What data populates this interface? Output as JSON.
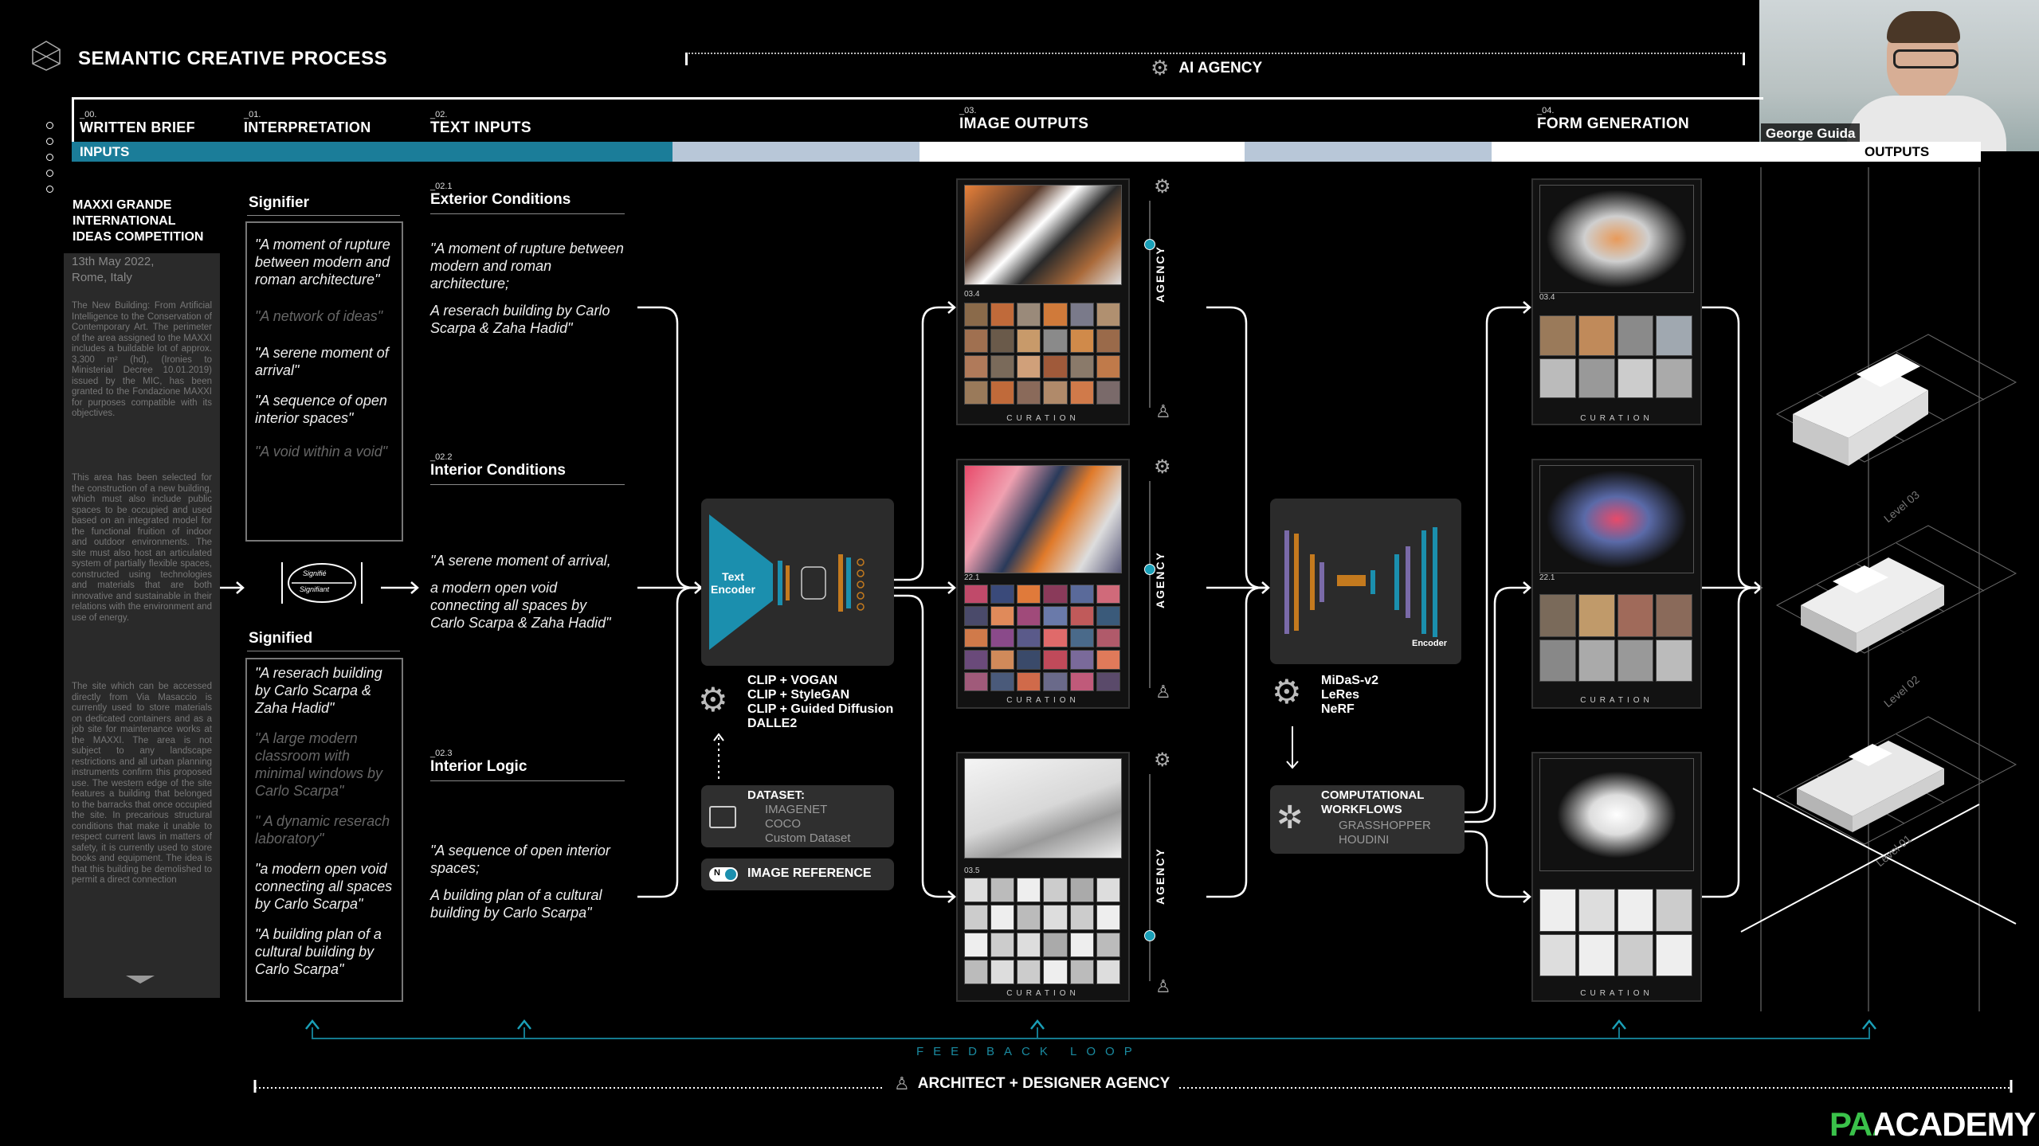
{
  "header": {
    "title": "SEMANTIC CREATIVE PROCESS",
    "ai_agency": "AI AGENCY",
    "architect_agency": "ARCHITECT + DESIGNER AGENCY",
    "feedback": "FEEDBACK LOOP"
  },
  "phases": [
    {
      "num": "_00.",
      "name": "WRITTEN BRIEF"
    },
    {
      "num": "_01.",
      "name": "INTERPRETATION"
    },
    {
      "num": "_02.",
      "name": "TEXT INPUTS"
    },
    {
      "num": "_03.",
      "name": "IMAGE OUTPUTS"
    },
    {
      "num": "_04.",
      "name": "FORM GENERATION"
    }
  ],
  "bar": {
    "inputs": "INPUTS",
    "outputs": "OUTPUTS"
  },
  "brief": {
    "title": "MAXXI GRANDE INTERNATIONAL IDEAS COMPETITION",
    "date": "13th May 2022,",
    "place": "Rome, Italy",
    "para1": "The New Building: From Artificial Intelligence to the Conservation of Contemporary Art. The perimeter of the area assigned to the MAXXI includes a buildable lot of approx. 3,300 m² (hd), (Ironies to Ministerial Decree 10.01.2019) issued by the MIC, has been granted to the Fondazione MAXXI for purposes compatible with its objectives.",
    "para2": "This area has been selected for the construction of a new building, which must also include public spaces to be occupied and used based on an integrated model for the functional fruition of indoor and outdoor environments. The site must also host an articulated system of partially flexible spaces, constructed using technologies and materials that are both innovative and sustainable in their relations with the environment and use of energy.",
    "para3": "The site which can be accessed directly from Via Masaccio is currently used to store materials on dedicated containers and as a job site for maintenance works at the MAXXI. The area is not subject to any landscape restrictions and all urban planning instruments confirm this proposed use. The western edge of the site features a building that belonged to the barracks that once occupied the site. In precarious structural conditions that make it unable to respect current laws in matters of safety, it is currently used to store books and equipment. The idea is that this building be demolished to permit a direct connection"
  },
  "interpretation": {
    "signifier_label": "Signifier",
    "signified_label": "Signified",
    "signifier_quotes": [
      {
        "text": "\"A moment of rupture between modern and roman architecture\"",
        "dim": false
      },
      {
        "text": "\"A network of ideas\"",
        "dim": true
      },
      {
        "text": "\"A serene moment of arrival\"",
        "dim": false
      },
      {
        "text": "\"A sequence of open interior spaces\"",
        "dim": false
      },
      {
        "text": "\"A void within a void\"",
        "dim": true
      }
    ],
    "signified_quotes": [
      {
        "text": "\"A reserach building by Carlo Scarpa & Zaha Hadid\"",
        "dim": false
      },
      {
        "text": "\"A large modern classroom with minimal windows by Carlo Scarpa\"",
        "dim": true
      },
      {
        "text": "\" A dynamic reserach laboratory\"",
        "dim": true
      },
      {
        "text": "\"a modern open void connecting all spaces by Carlo Scarpa\"",
        "dim": false
      },
      {
        "text": "\"A building plan of a cultural building by Carlo Scarpa\"",
        "dim": false
      }
    ],
    "diagram_top": "Signifié",
    "diagram_bottom": "Signifiant"
  },
  "text_inputs": [
    {
      "num": "_02.1",
      "title": "Exterior Conditions",
      "q1": "\"A moment of rupture between modern and roman architecture;",
      "q2": "A reserach building by Carlo Scarpa & Zaha Hadid\""
    },
    {
      "num": "_02.2",
      "title": "Interior Conditions",
      "q1": "\"A serene moment of arrival,",
      "q2": "a modern open void connecting all spaces by Carlo Scarpa & Zaha Hadid\""
    },
    {
      "num": "_02.3",
      "title": "Interior Logic",
      "q1": "\"A sequence of open interior spaces;",
      "q2": "A building plan of a cultural building by Carlo Scarpa\""
    }
  ],
  "encoder": {
    "label": "Text Encoder",
    "models": [
      "CLIP + VOGAN",
      "CLIP + StyleGAN",
      "CLIP + Guided Diffusion",
      "DALLE2"
    ],
    "dataset_title": "DATASET:",
    "dataset_items": [
      "IMAGENET",
      "COCO",
      "Custom Dataset"
    ],
    "image_reference": "IMAGE REFERENCE",
    "toggle_text": "N"
  },
  "image_panels": [
    {
      "code": "03.4",
      "curation": "CURATION"
    },
    {
      "code": "22.1",
      "curation": "CURATION"
    },
    {
      "code": "03.5",
      "curation": "CURATION"
    }
  ],
  "agency_label": "AGENCY",
  "form": {
    "models": [
      "MiDaS-v2",
      "LeRes",
      "NeRF"
    ],
    "workflow_title": "COMPUTATIONAL WORKFLOWS",
    "workflow_items": [
      "GRASSHOPPER",
      "HOUDINI"
    ],
    "encoder_label": "Encoder",
    "panels": [
      {
        "code": "03.4",
        "curation": "CURATION"
      },
      {
        "code": "22.1",
        "curation": "CURATION"
      },
      {
        "code": "",
        "curation": "CURATION"
      }
    ]
  },
  "outputs": {
    "levels": [
      "Level 03",
      "Level 02",
      "Level 01"
    ]
  },
  "presenter": {
    "name": "George Guida"
  },
  "logo": {
    "text": "PAACADEMY"
  }
}
